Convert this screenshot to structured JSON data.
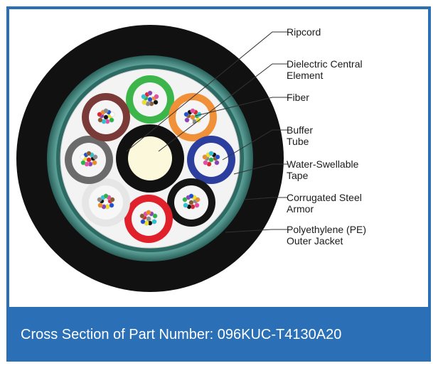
{
  "colors": {
    "frame": "#2b6fb6",
    "jacket": "#111111",
    "armor": "#3d7a73",
    "tape": "#f3f3f3",
    "central_element": "#fbf8dc"
  },
  "labels": {
    "ripcord": "Ripcord",
    "dielectric_1": "Dielectric Central",
    "dielectric_2": "Element",
    "fiber": "Fiber",
    "buffer_1": "Buffer",
    "buffer_2": "Tube",
    "tape_1": "Water-Swellable",
    "tape_2": "Tape",
    "armor_1": "Corrugated Steel",
    "armor_2": "Armor",
    "jacket_1": "Polyethylene (PE)",
    "jacket_2": "Outer Jacket"
  },
  "caption": "Cross Section of Part Number: 096KUC-T4130A20",
  "buffer_tubes": [
    {
      "name": "green",
      "color": "#3cb54a"
    },
    {
      "name": "orange",
      "color": "#f0913a"
    },
    {
      "name": "blue",
      "color": "#2c3e9e"
    },
    {
      "name": "black",
      "color": "#151515"
    },
    {
      "name": "red",
      "color": "#e0212b"
    },
    {
      "name": "white",
      "color": "#e8e8e8"
    },
    {
      "name": "slate",
      "color": "#6b6b6b"
    },
    {
      "name": "brown",
      "color": "#7a3a37"
    }
  ]
}
